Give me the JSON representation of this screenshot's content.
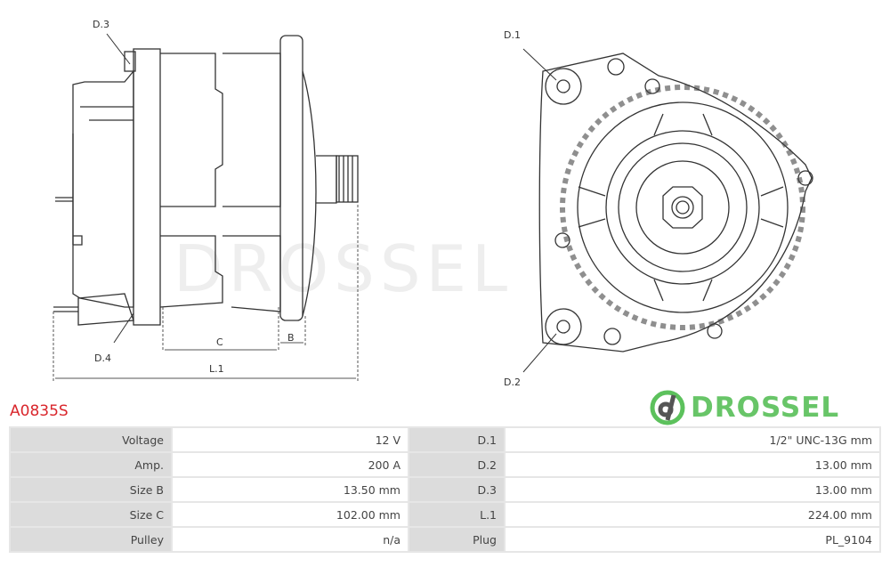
{
  "drawing": {
    "labels": {
      "d1": "D.1",
      "d2": "D.2",
      "d3": "D.3",
      "d4": "D.4",
      "c": "C",
      "b": "B",
      "l1": "L.1"
    },
    "watermark": "DROSSEL"
  },
  "title": "A0835S",
  "specs": [
    {
      "label": "Voltage",
      "value": "12 V",
      "label2": "D.1",
      "value2": "1/2\" UNC-13G mm"
    },
    {
      "label": "Amp.",
      "value": "200 A",
      "label2": "D.2",
      "value2": "13.00 mm"
    },
    {
      "label": "Size B",
      "value": "13.50 mm",
      "label2": "D.3",
      "value2": "13.00 mm"
    },
    {
      "label": "Size C",
      "value": "102.00 mm",
      "label2": "L.1",
      "value2": "224.00 mm"
    },
    {
      "label": "Pulley",
      "value": "n/a",
      "label2": "Plug",
      "value2": "PL_9104"
    }
  ],
  "logo": {
    "text": "DROSSEL",
    "color": "#5cc15c"
  },
  "colors": {
    "title": "#d9262c",
    "label_bg": "#dcdcdc"
  }
}
